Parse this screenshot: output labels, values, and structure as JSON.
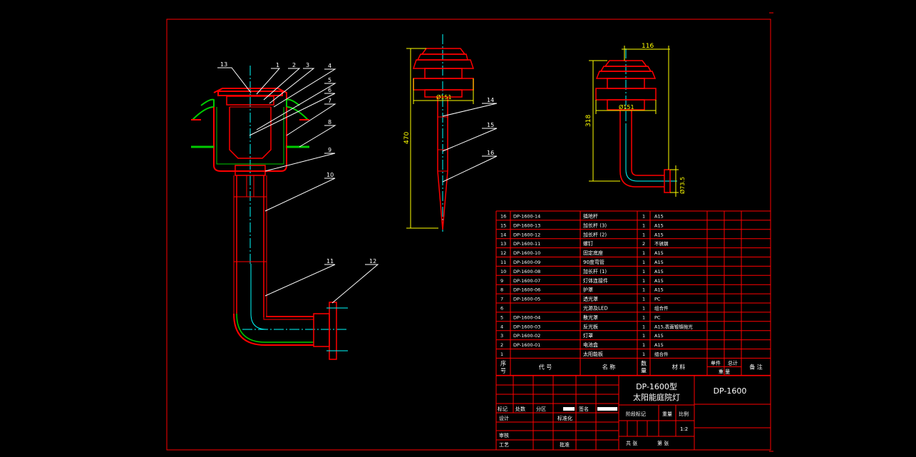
{
  "colors": {
    "background": "#000000",
    "frame": "#ff0000",
    "body_outline": "#ff0000",
    "dimension": "#ffff00",
    "center_line": "#00ffff",
    "leader": "#ffffff",
    "hatch": "#00cc00",
    "table_text": "#ffffff"
  },
  "callouts": {
    "left_view": [
      "13",
      "1",
      "2",
      "3",
      "4",
      "5",
      "6",
      "7",
      "8",
      "9",
      "10",
      "11",
      "12"
    ],
    "front_view": [
      "14",
      "15",
      "16"
    ]
  },
  "dimensions": {
    "front_height": "470",
    "front_diameter": "Ø151",
    "side_width": "116",
    "side_height": "318",
    "side_diameter": "Ø151",
    "side_pipe_diameter": "Ø73.5"
  },
  "parts_table": {
    "rows": [
      {
        "no": "16",
        "code": "DP-1600-14",
        "name": "插地杆",
        "qty": "1",
        "material": "A15"
      },
      {
        "no": "15",
        "code": "DP-1600-13",
        "name": "加长杆 (3)",
        "qty": "1",
        "material": "A15"
      },
      {
        "no": "14",
        "code": "DP-1600-12",
        "name": "加长杆 (2)",
        "qty": "1",
        "material": "A15"
      },
      {
        "no": "13",
        "code": "DP-1600-11",
        "name": "螺钉",
        "qty": "2",
        "material": "不锈钢"
      },
      {
        "no": "12",
        "code": "DP-1600-10",
        "name": "固定底座",
        "qty": "1",
        "material": "A15"
      },
      {
        "no": "11",
        "code": "DP-1600-09",
        "name": "90度弯管",
        "qty": "1",
        "material": "A15"
      },
      {
        "no": "10",
        "code": "DP-1600-08",
        "name": "加长杆 (1)",
        "qty": "1",
        "material": "A15"
      },
      {
        "no": "9",
        "code": "DP-1600-07",
        "name": "灯体连接件",
        "qty": "1",
        "material": "A15"
      },
      {
        "no": "8",
        "code": "DP-1600-06",
        "name": "护罩",
        "qty": "1",
        "material": "A15"
      },
      {
        "no": "7",
        "code": "DP-1600-05",
        "name": "透光罩",
        "qty": "1",
        "material": "PC"
      },
      {
        "no": "6",
        "code": "",
        "name": "光源及LED",
        "qty": "1",
        "material": "组合件"
      },
      {
        "no": "5",
        "code": "DP-1600-04",
        "name": "散光罩",
        "qty": "1",
        "material": "PC"
      },
      {
        "no": "4",
        "code": "DP-1600-03",
        "name": "反光板",
        "qty": "1",
        "material": "A15,表面镀铬抛光"
      },
      {
        "no": "3",
        "code": "DP-1600-02",
        "name": "灯罩",
        "qty": "1",
        "material": "A15"
      },
      {
        "no": "2",
        "code": "DP-1600-01",
        "name": "电池盒",
        "qty": "1",
        "material": "A15"
      },
      {
        "no": "1",
        "code": "",
        "name": "太阳能板",
        "qty": "1",
        "material": "组合件"
      }
    ],
    "header": {
      "no": "序号",
      "code": "代    号",
      "name": "名    称",
      "qty": "数量",
      "material": "材    料",
      "unit_weight": "单件",
      "total_weight": "总计",
      "weight": "重  量",
      "remarks": "备  注"
    }
  },
  "title_block": {
    "model": "DP-1600型",
    "title": "太阳能庭院灯",
    "drawing_no": "DP-1600",
    "labels": {
      "mark": "标记",
      "count": "处数",
      "zone": "分区",
      "sign": "签名",
      "design": "设计",
      "standardize": "标准化",
      "stage_mark": "阶段标记",
      "weight": "重量",
      "scale": "比例",
      "review": "审核",
      "process": "工艺",
      "approve": "批准",
      "total": "共    张",
      "sheet": "第    张"
    },
    "scale": "1:2"
  }
}
